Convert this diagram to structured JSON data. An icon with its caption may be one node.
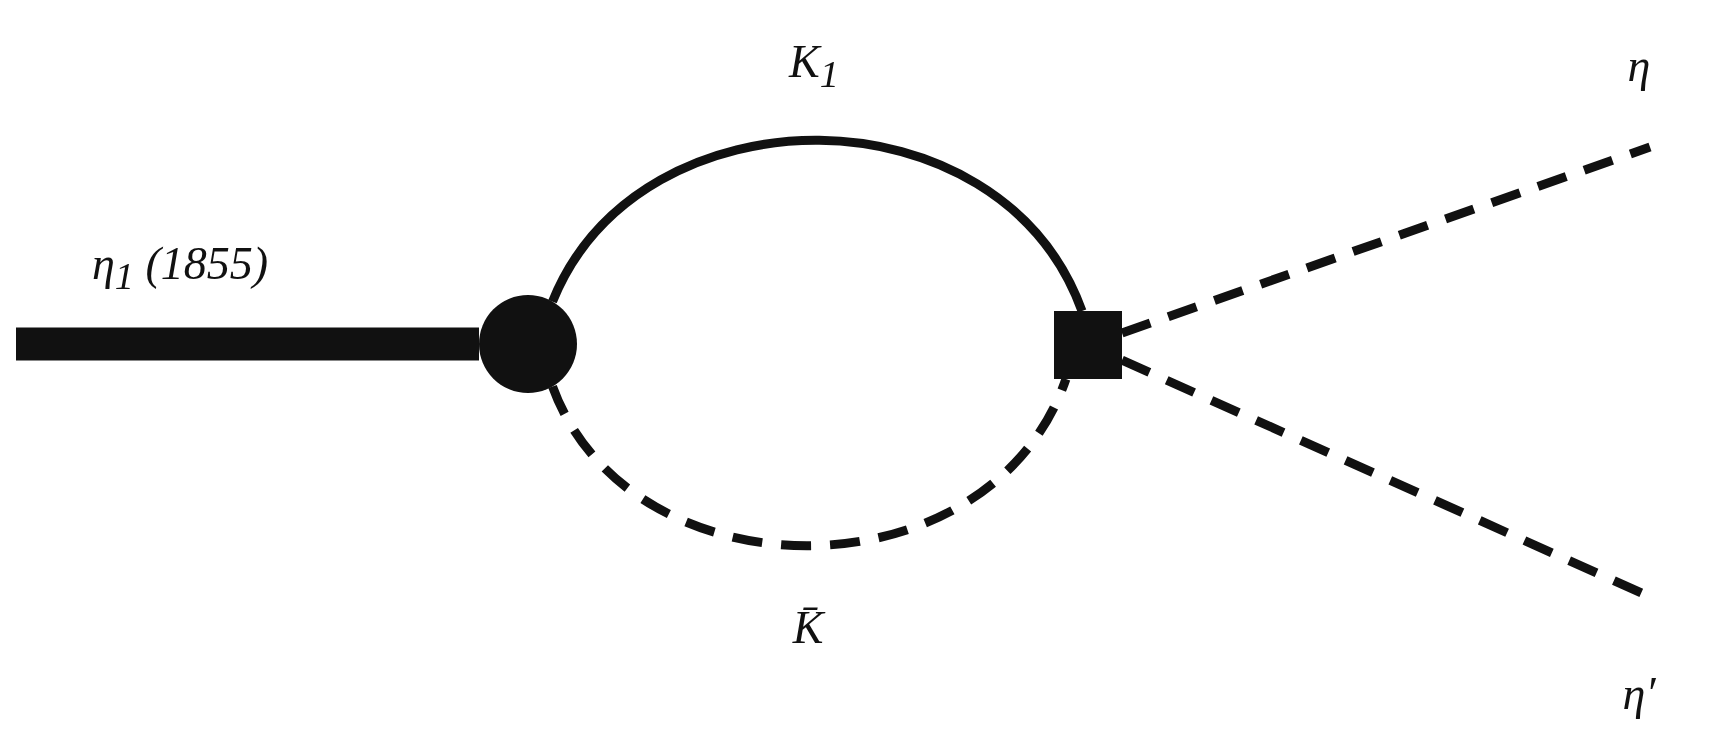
{
  "diagram": {
    "nodes": [
      {
        "text": [],
        "shape": "circle"
      },
      {
        "text": [],
        "shape": "box"
      }
    ],
    "edges": [
      {
        "from": null,
        "to": 0,
        "arrow": "none",
        "style": "thick",
        "label": "η$_{1}$ (1855)"
      },
      {
        "from": 0,
        "to": 1,
        "arrow": "none",
        "label": "K$_{1}$"
      },
      {
        "from": 0,
        "to": 1,
        "arrow": "none",
        "style": "dashed",
        "label": "K̄"
      },
      {
        "from": 1,
        "to": null,
        "arrow": "none",
        "style": "dashed",
        "label": "η"
      },
      {
        "from": 1,
        "to": null,
        "arrow": "none",
        "style": "dashed",
        "label": "η′"
      }
    ]
  }
}
